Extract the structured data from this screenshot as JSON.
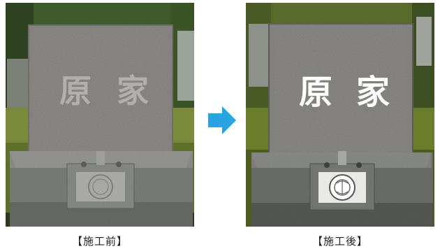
{
  "before": {
    "caption": "【施工前】",
    "inscription": [
      "原",
      "家"
    ],
    "colors": {
      "inscription": "#d8d4cf",
      "stone": "#8f8c88",
      "base": "#7e807c"
    }
  },
  "after": {
    "caption": "【施工後】",
    "inscription": [
      "原",
      "家"
    ],
    "colors": {
      "inscription": "#ffffff",
      "stone": "#8c8a87",
      "base": "#6f716d"
    }
  },
  "arrow": {
    "icon": "arrow-right-icon",
    "color": "#2aa3e0"
  }
}
